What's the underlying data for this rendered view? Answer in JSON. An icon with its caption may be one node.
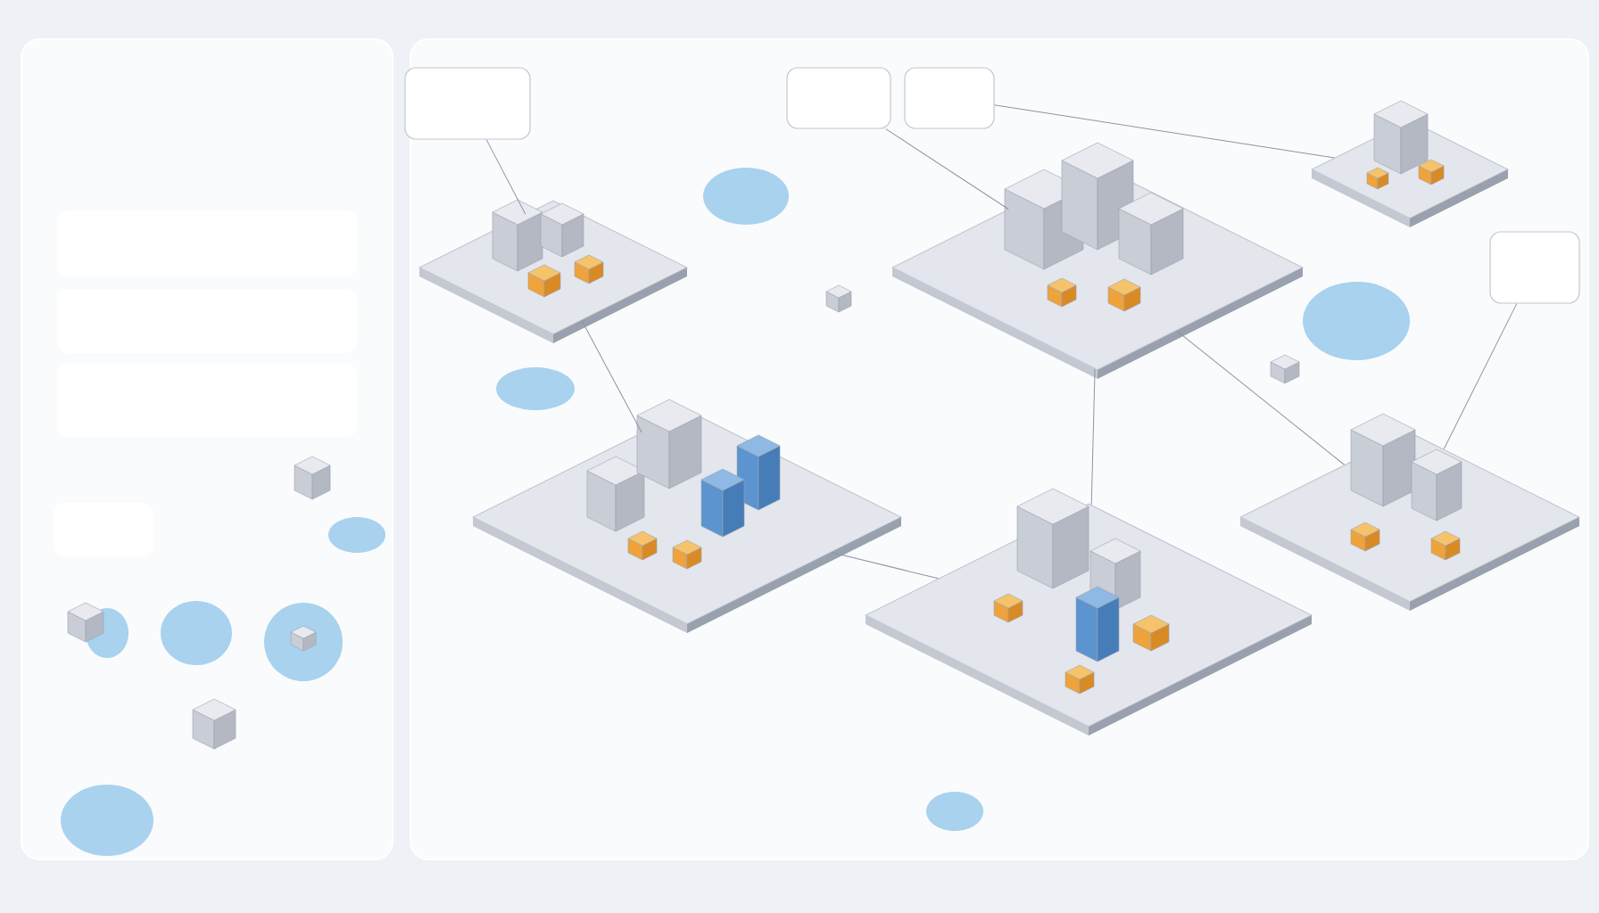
{
  "diagram": {
    "nodes": [
      {
        "text": [],
        "shape": "picture"
      },
      {
        "text": [],
        "shape": "picture"
      },
      {
        "text": [],
        "shape": "picture"
      },
      {
        "text": [],
        "shape": "picture"
      },
      {
        "text": [],
        "shape": "picture"
      },
      {
        "text": [],
        "shape": "picture"
      },
      {
        "text": [],
        "shape": "box"
      },
      {
        "text": [],
        "shape": "box"
      },
      {
        "text": [],
        "shape": "box"
      },
      {
        "text": [],
        "shape": "box"
      }
    ],
    "edges": [
      {
        "from": 6,
        "to": 0,
        "arrow": "none"
      },
      {
        "from": 7,
        "to": 1,
        "arrow": "none"
      },
      {
        "from": 8,
        "to": 2,
        "arrow": "none"
      },
      {
        "from": 0,
        "to": 3,
        "arrow": "none"
      },
      {
        "from": 3,
        "to": 4,
        "arrow": "none"
      },
      {
        "from": 1,
        "to": 4,
        "arrow": "none"
      },
      {
        "from": 1,
        "to": 5,
        "arrow": "none"
      },
      {
        "from": 9,
        "to": 5,
        "arrow": "none"
      }
    ]
  }
}
